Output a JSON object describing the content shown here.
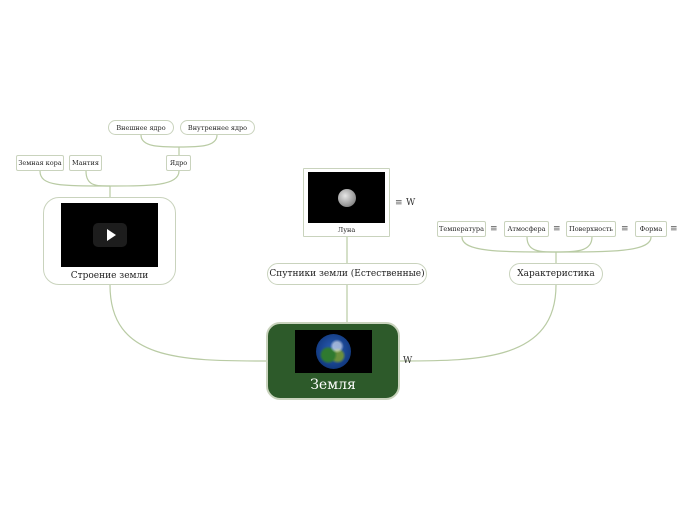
{
  "root": {
    "label": "Земля"
  },
  "structure": {
    "label": "Строение земли",
    "children": [
      "Земная кора",
      "Мантия",
      "Ядро"
    ],
    "core_children": [
      "Внешнее ядро",
      "Внутреннее ядро"
    ]
  },
  "satellites": {
    "label": "Спутники земли (Естественные)",
    "moon_label": "Луна"
  },
  "characteristics": {
    "label": "Характеристика",
    "children": [
      "Температура",
      "Атмосфера",
      "Поверхность",
      "Форма"
    ]
  },
  "icons": {
    "menu": "≡",
    "wiki": "W"
  },
  "colors": {
    "root_fill": "#2d5a2a",
    "link": "#b9cba4"
  }
}
